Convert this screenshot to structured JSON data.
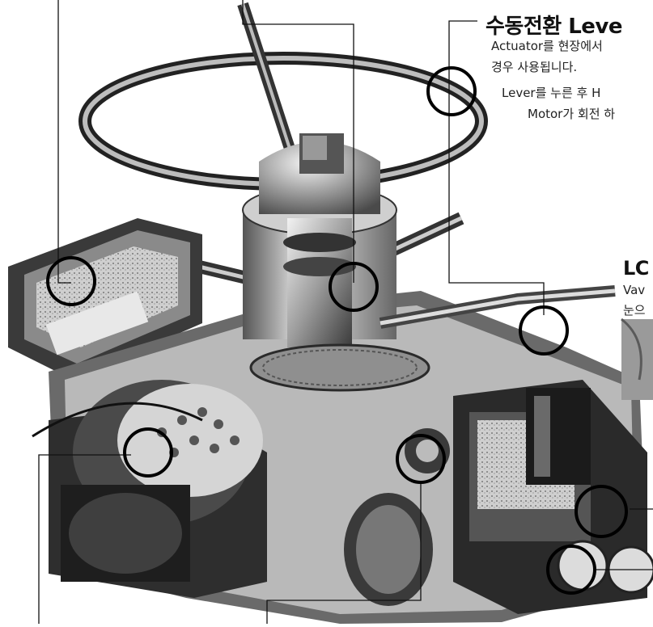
{
  "callouts": {
    "manual_lever": {
      "title": "수동전환 Leve",
      "line1": "Actuator를 현장에서",
      "line2": "경우 사용됩니다.",
      "line3": "Lever를 누른 후 H",
      "line4": "Motor가 회전 하"
    },
    "lcd": {
      "title": "LC",
      "line1": "Vav",
      "line2": "눈으"
    }
  },
  "colors": {
    "line": "#111111",
    "body_dark": "#2a2a2a",
    "body_mid": "#7a7a7a",
    "body_light": "#d8d8d8",
    "photo_inset": "#9a9a9a"
  }
}
